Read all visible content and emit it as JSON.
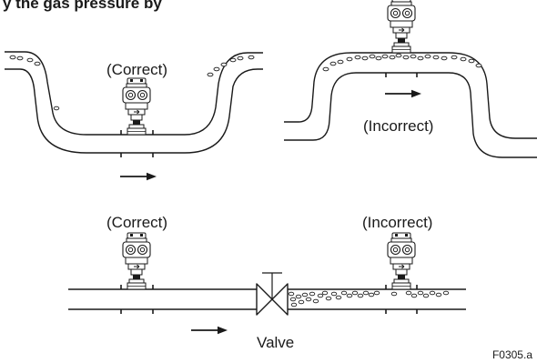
{
  "header_text": "y the gas pressure by",
  "labels": {
    "top_left": "(Correct)",
    "top_right": "(Incorrect)",
    "bottom_left": "(Correct)",
    "bottom_right": "(Incorrect)",
    "valve": "Valve"
  },
  "figure_id": "F0305.a",
  "icons": [
    "transmitter-icon",
    "flow-arrow-icon",
    "valve-icon",
    "gas-bubble-icon"
  ]
}
